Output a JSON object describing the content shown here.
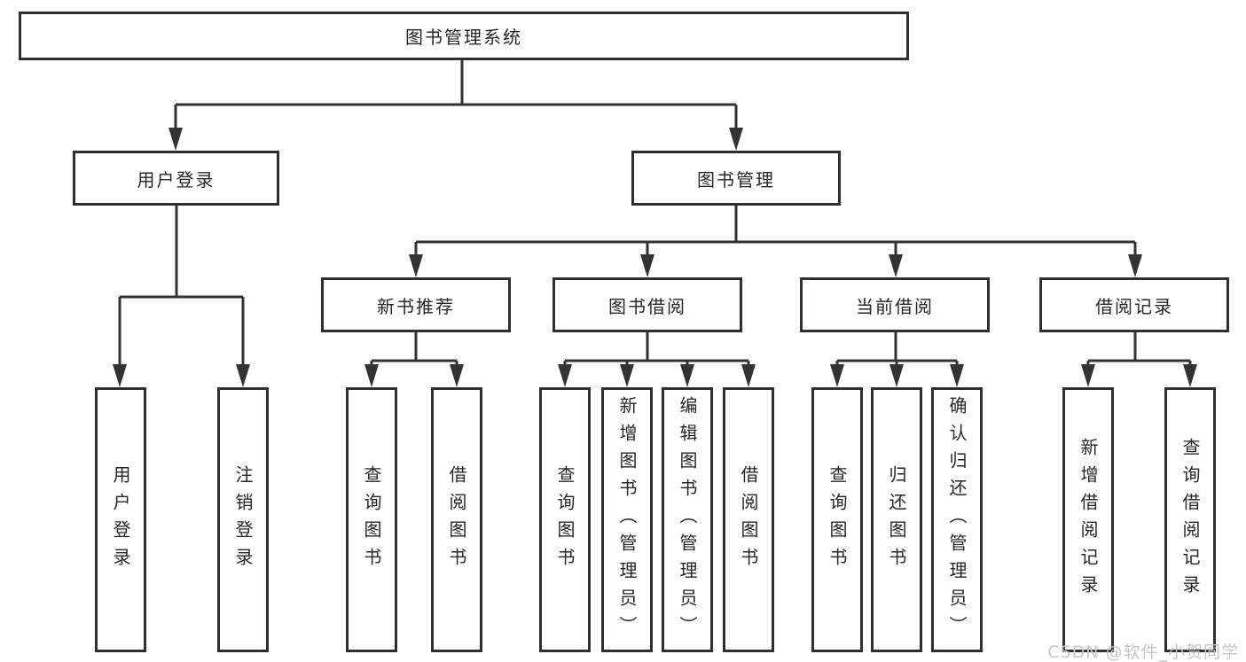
{
  "diagram": {
    "type": "tree",
    "root": {
      "label": "图书管理系统"
    },
    "level2": [
      {
        "label": "用户登录",
        "parent": "图书管理系统"
      },
      {
        "label": "图书管理",
        "parent": "图书管理系统"
      }
    ],
    "level3": [
      {
        "label": "新书推荐",
        "parent": "图书管理"
      },
      {
        "label": "图书借阅",
        "parent": "图书管理"
      },
      {
        "label": "当前借阅",
        "parent": "图书管理"
      },
      {
        "label": "借阅记录",
        "parent": "图书管理"
      }
    ],
    "leaves": [
      {
        "label": "用户登录",
        "parent": "用户登录"
      },
      {
        "label": "注销登录",
        "parent": "用户登录"
      },
      {
        "label": "查询图书",
        "parent": "新书推荐"
      },
      {
        "label": "借阅图书",
        "parent": "新书推荐"
      },
      {
        "label": "查询图书",
        "parent": "图书借阅"
      },
      {
        "label": "新增图书（管理员）",
        "parent": "图书借阅"
      },
      {
        "label": "编辑图书（管理员）",
        "parent": "图书借阅"
      },
      {
        "label": "借阅图书",
        "parent": "图书借阅"
      },
      {
        "label": "查询图书",
        "parent": "当前借阅"
      },
      {
        "label": "归还图书",
        "parent": "当前借阅"
      },
      {
        "label": "确认归还（管理员）",
        "parent": "当前借阅"
      },
      {
        "label": "新增借阅记录",
        "parent": "借阅记录"
      },
      {
        "label": "查询借阅记录",
        "parent": "借阅记录"
      }
    ]
  },
  "watermark": {
    "text": "CSDN @软件_小贺同学"
  },
  "colors": {
    "line": "#333333",
    "box_border": "#2f2f2f",
    "text": "#262626",
    "watermark": "#c6c6c6",
    "background": "#ffffff"
  }
}
